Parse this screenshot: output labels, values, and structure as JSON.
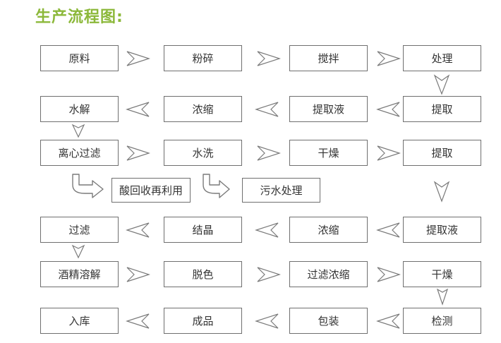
{
  "title": "生产流程图:",
  "steps": {
    "r1": [
      "原料",
      "粉碎",
      "搅拌",
      "处理"
    ],
    "r2": [
      "水解",
      "浓缩",
      "提取液",
      "提取"
    ],
    "r3": [
      "离心过滤",
      "水洗",
      "干燥",
      "提取"
    ],
    "r4": [
      "酸回收再利用",
      "污水处理"
    ],
    "r5": [
      "过滤",
      "结晶",
      "浓缩",
      "提取液"
    ],
    "r6": [
      "酒精溶解",
      "脱色",
      "过滤浓缩",
      "干燥"
    ],
    "r7": [
      "入库",
      "成品",
      "包装",
      "检测"
    ]
  },
  "icons": {
    "arrow": "outline-triangle-arrow-icon",
    "turn": "u-turn-arrow-icon"
  },
  "colors": {
    "title": "#8cb83a",
    "border": "#6f6f6f",
    "text": "#333333"
  }
}
